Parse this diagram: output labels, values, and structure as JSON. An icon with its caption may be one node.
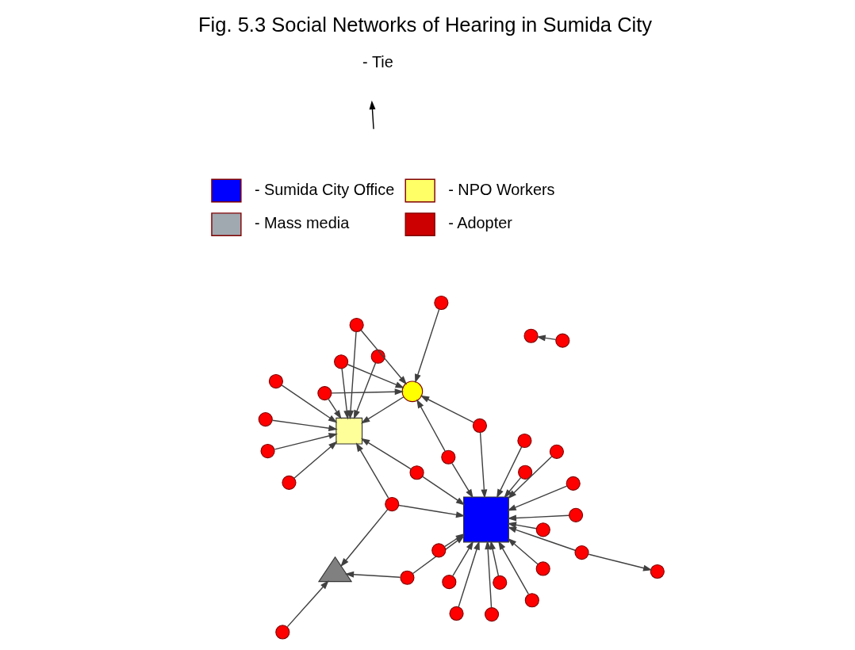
{
  "diagram": {
    "title": "Fig. 5.3 Social Networks of Hearing in Sumida City",
    "nodes": [
      {
        "text": [],
        "shape": "circle"
      },
      {
        "text": [],
        "shape": "circle"
      },
      {
        "text": [],
        "shape": "circle"
      },
      {
        "text": [],
        "shape": "circle"
      },
      {
        "text": [],
        "shape": "triangle"
      },
      {
        "text": [],
        "shape": "circle"
      },
      {
        "text": [],
        "shape": "circle"
      },
      {
        "text": [],
        "shape": "circle"
      },
      {
        "text": [],
        "shape": "circle"
      },
      {
        "text": [],
        "shape": "circle"
      },
      {
        "text": [],
        "shape": "circle"
      },
      {
        "text": [],
        "shape": "circle"
      },
      {
        "text": [],
        "shape": "circle"
      },
      {
        "text": [],
        "shape": "circle"
      },
      {
        "text": [],
        "shape": "circle"
      },
      {
        "text": [],
        "shape": "circle"
      },
      {
        "text": [],
        "shape": "circle"
      },
      {
        "text": [],
        "shape": "box"
      },
      {
        "text": [],
        "shape": "circle"
      },
      {
        "text": [],
        "shape": "circle"
      },
      {
        "text": [],
        "shape": "circle"
      },
      {
        "text": [],
        "shape": "box"
      },
      {
        "text": [],
        "shape": "circle"
      },
      {
        "text": [],
        "shape": "circle"
      },
      {
        "text": [],
        "shape": "circle"
      },
      {
        "text": [],
        "shape": "circle"
      },
      {
        "text": [],
        "shape": "circle"
      },
      {
        "text": [],
        "shape": "circle"
      },
      {
        "text": [],
        "shape": "circle"
      },
      {
        "text": [],
        "shape": "circle"
      },
      {
        "text": [],
        "shape": "circle"
      },
      {
        "text": [],
        "shape": "circle"
      },
      {
        "text": [],
        "shape": "circle"
      },
      {
        "text": [],
        "shape": "circle"
      },
      {
        "text": [],
        "shape": "circle"
      },
      {
        "text": [],
        "shape": "circle"
      }
    ],
    "edges": [
      {
        "from": 0,
        "to": 4,
        "arrow": "to"
      },
      {
        "from": 2,
        "to": 1,
        "arrow": "to"
      },
      {
        "from": 6,
        "to": 3,
        "arrow": "to"
      },
      {
        "from": 6,
        "to": 17,
        "arrow": "to"
      },
      {
        "from": 7,
        "to": 4,
        "arrow": "to"
      },
      {
        "from": 7,
        "to": 17,
        "arrow": "to"
      },
      {
        "from": 5,
        "to": 17,
        "arrow": "to"
      },
      {
        "from": 8,
        "to": 21,
        "arrow": "to"
      },
      {
        "from": 12,
        "to": 21,
        "arrow": "to"
      },
      {
        "from": 9,
        "to": 17,
        "arrow": "to"
      },
      {
        "from": 11,
        "to": 17,
        "arrow": "to"
      },
      {
        "from": 10,
        "to": 17,
        "arrow": "to"
      },
      {
        "from": 13,
        "to": 4,
        "arrow": "to"
      },
      {
        "from": 13,
        "to": 21,
        "arrow": "to"
      },
      {
        "from": 13,
        "to": 17,
        "arrow": "to"
      },
      {
        "from": 14,
        "to": 17,
        "arrow": "to"
      },
      {
        "from": 15,
        "to": 21,
        "arrow": "to"
      },
      {
        "from": 16,
        "to": 17,
        "arrow": "to"
      },
      {
        "from": 18,
        "to": 21,
        "arrow": "to"
      },
      {
        "from": 18,
        "to": 17,
        "arrow": "to"
      },
      {
        "from": 20,
        "to": 21,
        "arrow": "to"
      },
      {
        "from": 19,
        "to": 17,
        "arrow": "to"
      },
      {
        "from": 22,
        "to": 29,
        "arrow": "to"
      },
      {
        "from": 22,
        "to": 17,
        "arrow": "to"
      },
      {
        "from": 23,
        "to": 17,
        "arrow": "to"
      },
      {
        "from": 24,
        "to": 17,
        "arrow": "to"
      },
      {
        "from": 25,
        "to": 21,
        "arrow": "to"
      },
      {
        "from": 27,
        "to": 21,
        "arrow": "to"
      },
      {
        "from": 27,
        "to": 29,
        "arrow": "to"
      },
      {
        "from": 26,
        "to": 17,
        "arrow": "to"
      },
      {
        "from": 33,
        "to": 17,
        "arrow": "to"
      },
      {
        "from": 28,
        "to": 29,
        "arrow": "to"
      },
      {
        "from": 28,
        "to": 17,
        "arrow": "to"
      },
      {
        "from": 30,
        "to": 17,
        "arrow": "to"
      },
      {
        "from": 31,
        "to": 17,
        "arrow": "to"
      },
      {
        "from": 32,
        "to": 21,
        "arrow": "to"
      },
      {
        "from": 32,
        "to": 29,
        "arrow": "to"
      },
      {
        "from": 34,
        "to": 21,
        "arrow": "to"
      },
      {
        "from": 34,
        "to": 29,
        "arrow": "to"
      },
      {
        "from": 35,
        "to": 29,
        "arrow": "to"
      },
      {
        "from": 29,
        "to": 21,
        "arrow": "to"
      }
    ],
    "legend": [
      {
        "text": "- Sumida City Office",
        "color": "#0000ff"
      },
      {
        "text": "- NPO Workers",
        "color": "#ffff66"
      },
      {
        "text": "- Mass media"
      },
      {
        "text": "- Adopter"
      },
      {
        "text": "- Tie"
      }
    ]
  }
}
